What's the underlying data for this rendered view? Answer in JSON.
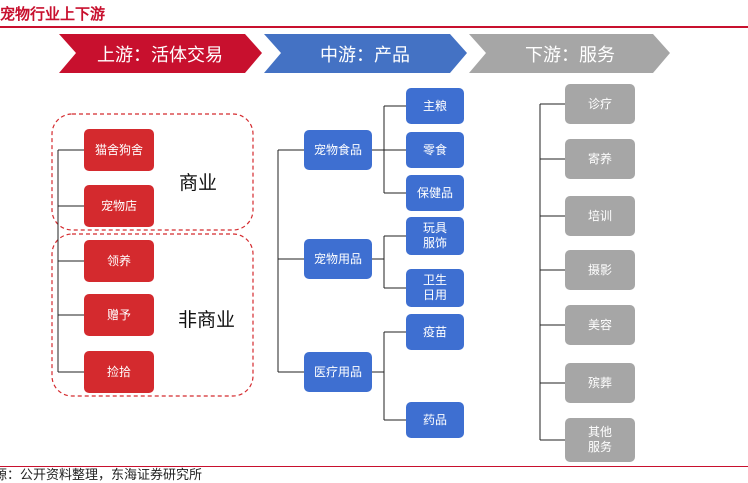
{
  "title": "宠物行业上下游",
  "source": "源：公开资料整理，东海证券研究所",
  "colors": {
    "red": "#c8102e",
    "blue": "#4472c4",
    "gray": "#a6a6a6"
  },
  "stages": [
    {
      "label": "上游：活体交易"
    },
    {
      "label": "中游：产品"
    },
    {
      "label": "下游：服务"
    }
  ],
  "upstream": {
    "commercial": {
      "label": "商业",
      "items": [
        "猫舍狗舍",
        "宠物店"
      ]
    },
    "noncommercial": {
      "label": "非商业",
      "items": [
        "领养",
        "赠予",
        "捡拾"
      ]
    }
  },
  "midstream": {
    "categories": [
      {
        "label": "宠物食品",
        "items": [
          "主粮",
          "零食",
          "保健品"
        ]
      },
      {
        "label": "宠物用品",
        "items": [
          "玩具服饰",
          "卫生日用"
        ]
      },
      {
        "label": "医疗用品",
        "items": [
          "疫苗",
          "药品"
        ]
      }
    ]
  },
  "downstream": {
    "items": [
      "诊疗",
      "寄养",
      "培训",
      "摄影",
      "美容",
      "殡葬",
      "其他服务"
    ]
  }
}
